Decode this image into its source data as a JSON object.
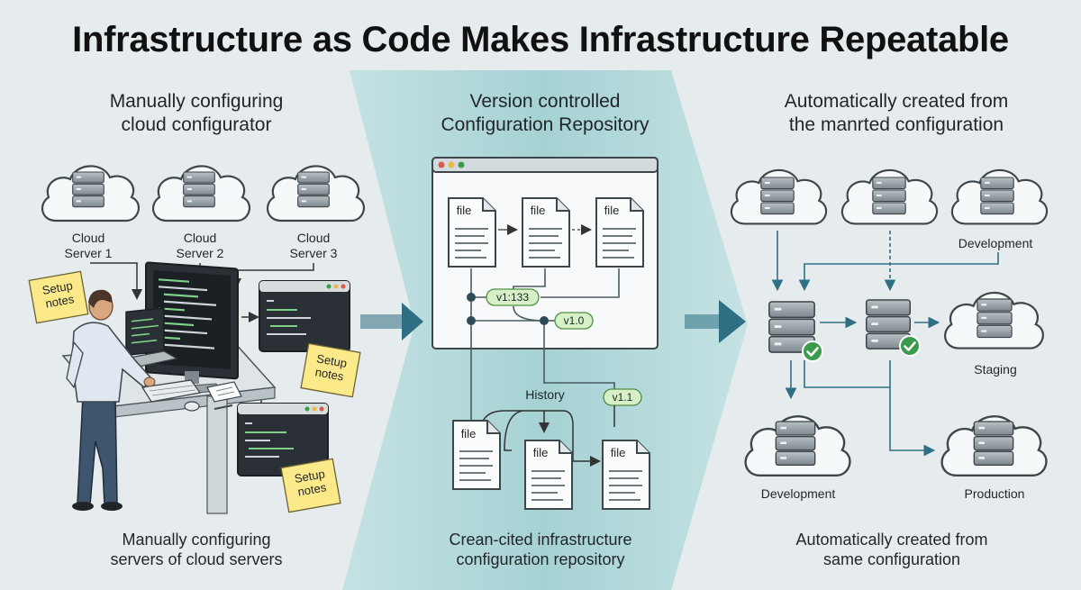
{
  "title": "Infrastructure as Code Makes Infrastructure Repeatable",
  "left": {
    "heading_line1": "Manually configuring",
    "heading_line2": "cloud configurator",
    "servers": [
      {
        "line1": "Cloud",
        "line2": "Server 1"
      },
      {
        "line1": "Cloud",
        "line2": "Server 2"
      },
      {
        "line1": "Cloud",
        "line2": "Server 3"
      }
    ],
    "note_line1": "Setup",
    "note_line2": "notes",
    "footer_line1": "Manually configuring",
    "footer_line2": "servers of cloud servers"
  },
  "middle": {
    "heading_line1": "Version controlled",
    "heading_line2": "Configuration Repository",
    "file_label": "file",
    "tag_a": "v1:133",
    "tag_b": "v1.0",
    "tag_c": "v1.1",
    "history_label": "History",
    "footer_line1": "Crean-cited infrastructure",
    "footer_line2": "configuration repository"
  },
  "right": {
    "heading_line1": "Automatically created from",
    "heading_line2": "the manrted configuration",
    "env_dev_top": "Development",
    "env_staging": "Staging",
    "env_dev_bottom": "Development",
    "env_production": "Production",
    "footer_line1": "Automatically created from",
    "footer_line2": "same configuration"
  },
  "colors": {
    "teal_band": "#a9d4d6",
    "arrow": "#2f6f84",
    "tag_green": "#d7f0c8",
    "check_green": "#3a9b4c",
    "note_yellow": "#fbe98a"
  }
}
